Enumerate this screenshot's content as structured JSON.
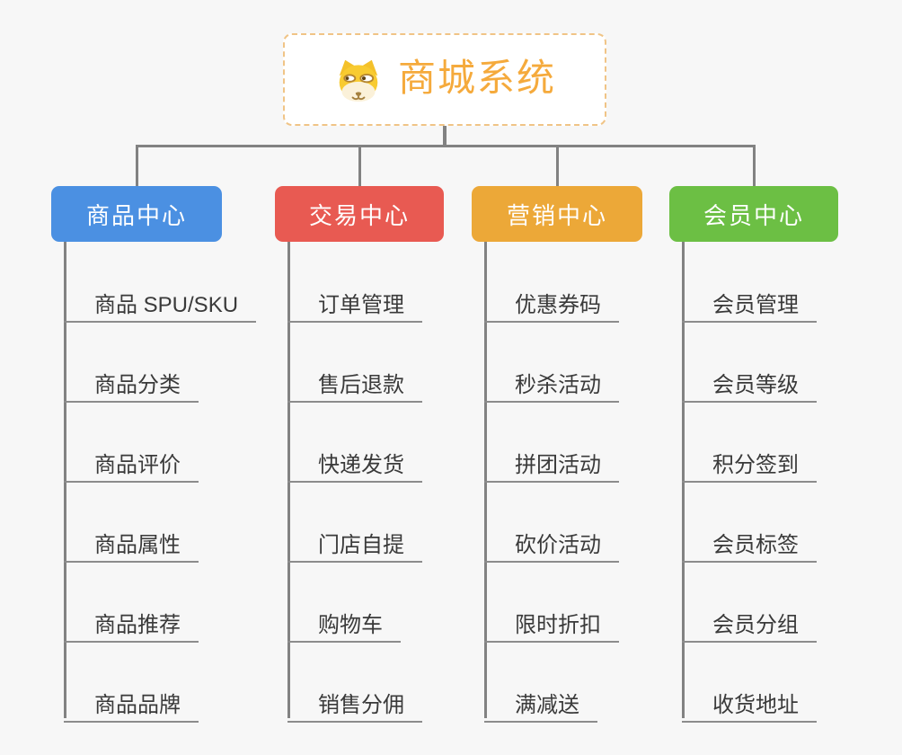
{
  "root": {
    "title": "商城系统",
    "icon": "doge-icon"
  },
  "branches": [
    {
      "label": "商品中心",
      "color": "#4B90E2",
      "children": [
        "商品 SPU/SKU",
        "商品分类",
        "商品评价",
        "商品属性",
        "商品推荐",
        "商品品牌"
      ]
    },
    {
      "label": "交易中心",
      "color": "#E85A52",
      "children": [
        "订单管理",
        "售后退款",
        "快递发货",
        "门店自提",
        "购物车",
        "销售分佣"
      ]
    },
    {
      "label": "营销中心",
      "color": "#ECA838",
      "children": [
        "优惠券码",
        "秒杀活动",
        "拼团活动",
        "砍价活动",
        "限时折扣",
        "满减送"
      ]
    },
    {
      "label": "会员中心",
      "color": "#6CBF44",
      "children": [
        "会员管理",
        "会员等级",
        "积分签到",
        "会员标签",
        "会员分组",
        "收货地址"
      ]
    }
  ],
  "colors": {
    "background": "#F7F7F7",
    "connector": "#828282",
    "leaf_underline": "#8C8C8C",
    "leaf_text": "#3A3A3A",
    "root_title": "#F5AA3C",
    "root_border": "#F0C486",
    "root_background": "#FFFFFF"
  }
}
